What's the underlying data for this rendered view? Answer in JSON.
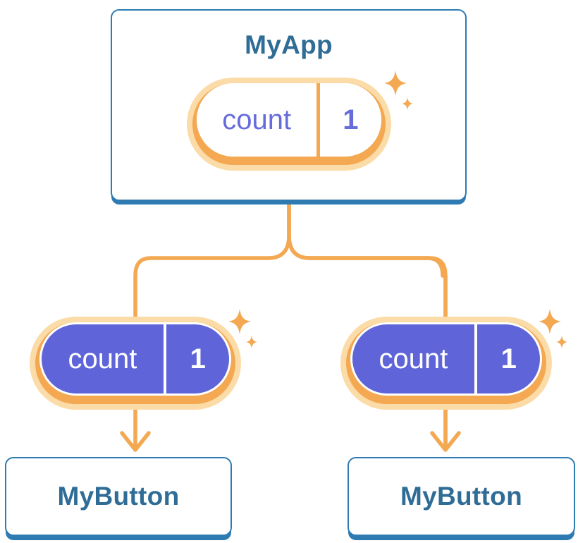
{
  "diagram": {
    "description": "React component tree showing state shared from parent to children",
    "root": {
      "title": "MyApp",
      "state": {
        "key": "count",
        "value": "1"
      }
    },
    "children": [
      {
        "title": "MyButton",
        "state": {
          "key": "count",
          "value": "1"
        }
      },
      {
        "title": "MyButton",
        "state": {
          "key": "count",
          "value": "1"
        }
      }
    ],
    "icons": [
      "sparkle-icon"
    ],
    "colors": {
      "card_border_blue": "#2E7BB2",
      "title_text_blue": "#2F6D96",
      "connector_orange": "#F3A851",
      "pill_halo_orange": "#FBDCA8",
      "pill_purple": "#5F65D8",
      "pill_text_purple": "#666CDA",
      "background": "#FFFFFF"
    }
  }
}
